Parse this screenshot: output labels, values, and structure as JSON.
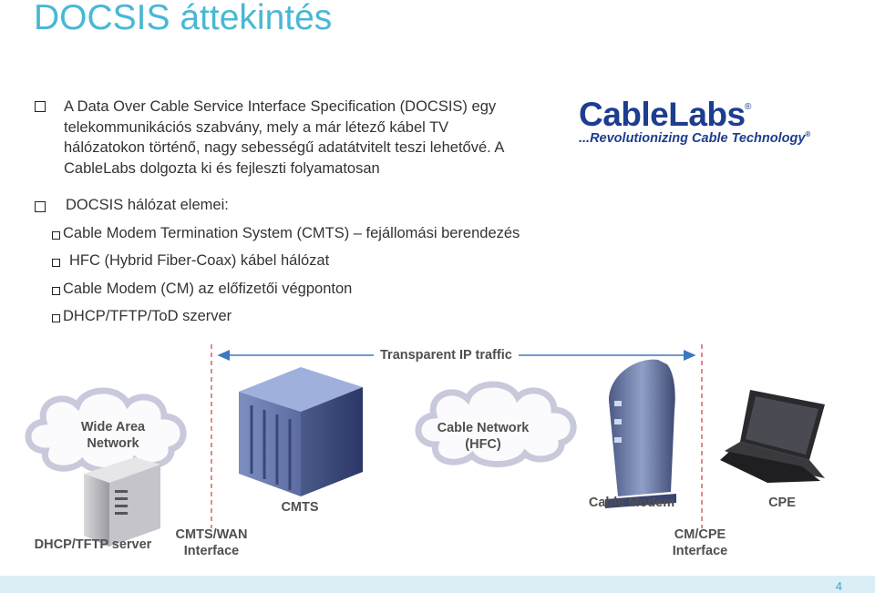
{
  "title": "DOCSIS áttekintés",
  "intro_lines": [
    "A Data Over Cable Service Interface Specification (DOCSIS) egy",
    "telekommunikációs szabvány, mely a már létező kábel TV",
    "hálózatokon történő, nagy sebességű adatátvitelt teszi lehetővé. A",
    "CableLabs dolgozta ki és fejleszti folyamatosan"
  ],
  "elements_heading": "DOCSIS hálózat elemei:",
  "elements": [
    "Cable Modem Termination System (CMTS) – fejállomási berendezés",
    "HFC (Hybrid Fiber-Coax) kábel hálózat",
    "Cable Modem (CM) az előfizetői végponton",
    "DHCP/TFTP/ToD szerver"
  ],
  "logo": {
    "name": "CableLabs",
    "registered": "®",
    "tagline": "...Revolutionizing Cable Technology",
    "tagline_mark": "®"
  },
  "diagram": {
    "traffic_label": "Transparent IP traffic",
    "wan_cloud": [
      "Wide Area",
      "Network"
    ],
    "hfc_cloud": [
      "Cable Network",
      "(HFC)"
    ],
    "cmts": "CMTS",
    "cable_modem": "Cable Modem",
    "cpe": "CPE",
    "dhcp_server": "DHCP/TFTP server",
    "cmts_wan": [
      "CMTS/WAN",
      "Interface"
    ],
    "cm_cpe": [
      "CM/CPE",
      "Interface"
    ]
  },
  "page_number": "4",
  "colors": {
    "title": "#48b8d4",
    "logo": "#1d3d8f",
    "dashed_line": "#e08a8a",
    "arrow": "#3b78c0",
    "footer": "#dbeef5"
  }
}
